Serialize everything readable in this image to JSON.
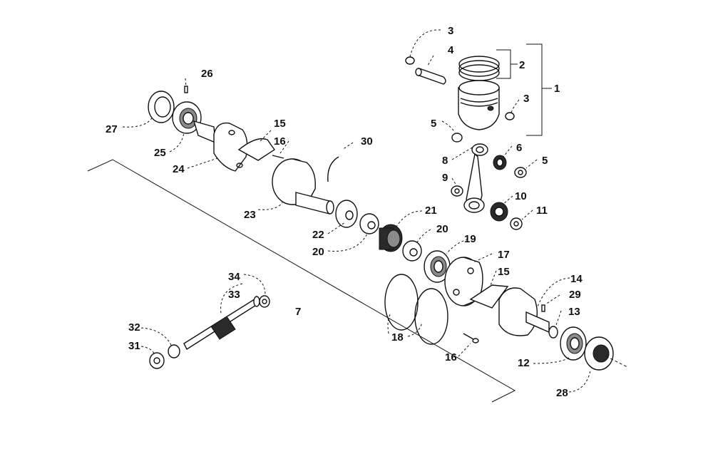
{
  "diagram": {
    "callouts": [
      "1",
      "2",
      "3",
      "3",
      "4",
      "5",
      "5",
      "6",
      "7",
      "8",
      "9",
      "10",
      "11",
      "12",
      "13",
      "14",
      "15",
      "15",
      "16",
      "16",
      "17",
      "18",
      "19",
      "20",
      "20",
      "21",
      "22",
      "23",
      "24",
      "25",
      "26",
      "27",
      "28",
      "29",
      "30",
      "31",
      "32",
      "33",
      "34"
    ]
  }
}
